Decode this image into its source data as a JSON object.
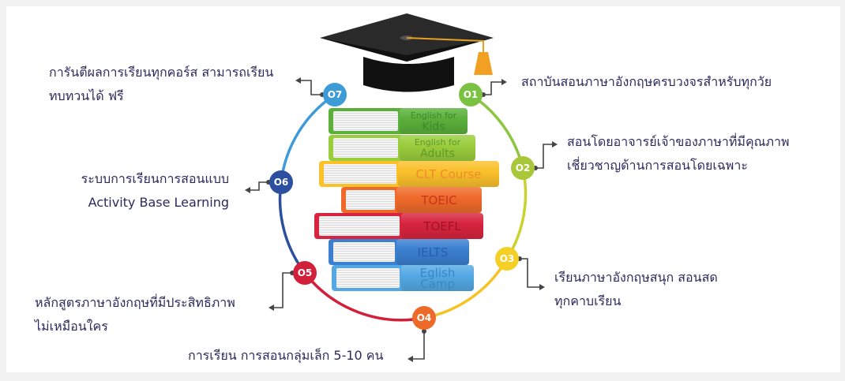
{
  "items": [
    {
      "num": "O1",
      "color": "#7cc242",
      "lines": [
        "สถาบันสอนภาษาอังกฤษครบวงจรสำหรับทุกวัย"
      ]
    },
    {
      "num": "O2",
      "color": "#a8c83a",
      "lines": [
        "สอนโดยอาจารย์เจ้าของภาษาที่มีคุณภาพ",
        "เชี่ยวชาญด้านการสอนโดยเฉพาะ"
      ]
    },
    {
      "num": "O3",
      "color": "#f4d027",
      "lines": [
        "เรียนภาษาอังกฤษสนุก สอนสด",
        "ทุกคาบเรียน"
      ]
    },
    {
      "num": "O4",
      "color": "#ee6a28",
      "lines": [
        "การเรียน การสอนกลุ่มเล็ก 5-10 คน"
      ]
    },
    {
      "num": "O5",
      "color": "#d21f3a",
      "lines": [
        "หลักสูตรภาษาอังกฤษที่มีประสิทธิภาพ",
        "ไม่เหมือนใคร"
      ]
    },
    {
      "num": "O6",
      "color": "#2d4f9f",
      "lines": [
        "ระบบการเรียนการสอนแบบ",
        "Activity Base Learning"
      ]
    },
    {
      "num": "O7",
      "color": "#3d9bd8",
      "lines": [
        "การันตีผลการเรียนทุกคอร์ส สามารถเรียน",
        "ทบทวนได้ ฟรี"
      ]
    }
  ],
  "books": [
    {
      "title": "English for Kids",
      "l1": "English for",
      "l2": "Kids",
      "color": "#5ab03a",
      "text": "#3e8a2a"
    },
    {
      "title": "English for Adults",
      "l1": "English for",
      "l2": "Adults",
      "color": "#9acd3c",
      "text": "#5f9a28"
    },
    {
      "title": "CLT Course",
      "l1": "CLT Course",
      "l2": "",
      "color": "#fbc12b",
      "text": "#f08a2a"
    },
    {
      "title": "TOEIC",
      "l1": "TOEIC",
      "l2": "",
      "color": "#ef6a2a",
      "text": "#c8341c"
    },
    {
      "title": "TOEFL",
      "l1": "TOEFL",
      "l2": "",
      "color": "#d8243e",
      "text": "#9c1526"
    },
    {
      "title": "IELTS",
      "l1": "IELTS",
      "l2": "",
      "color": "#3a7fd0",
      "text": "#2a5ea8"
    },
    {
      "title": "Eglish Camp",
      "l1": "Eglish Camp",
      "l2": "",
      "color": "#54a9e4",
      "text": "#3d86c6"
    }
  ]
}
